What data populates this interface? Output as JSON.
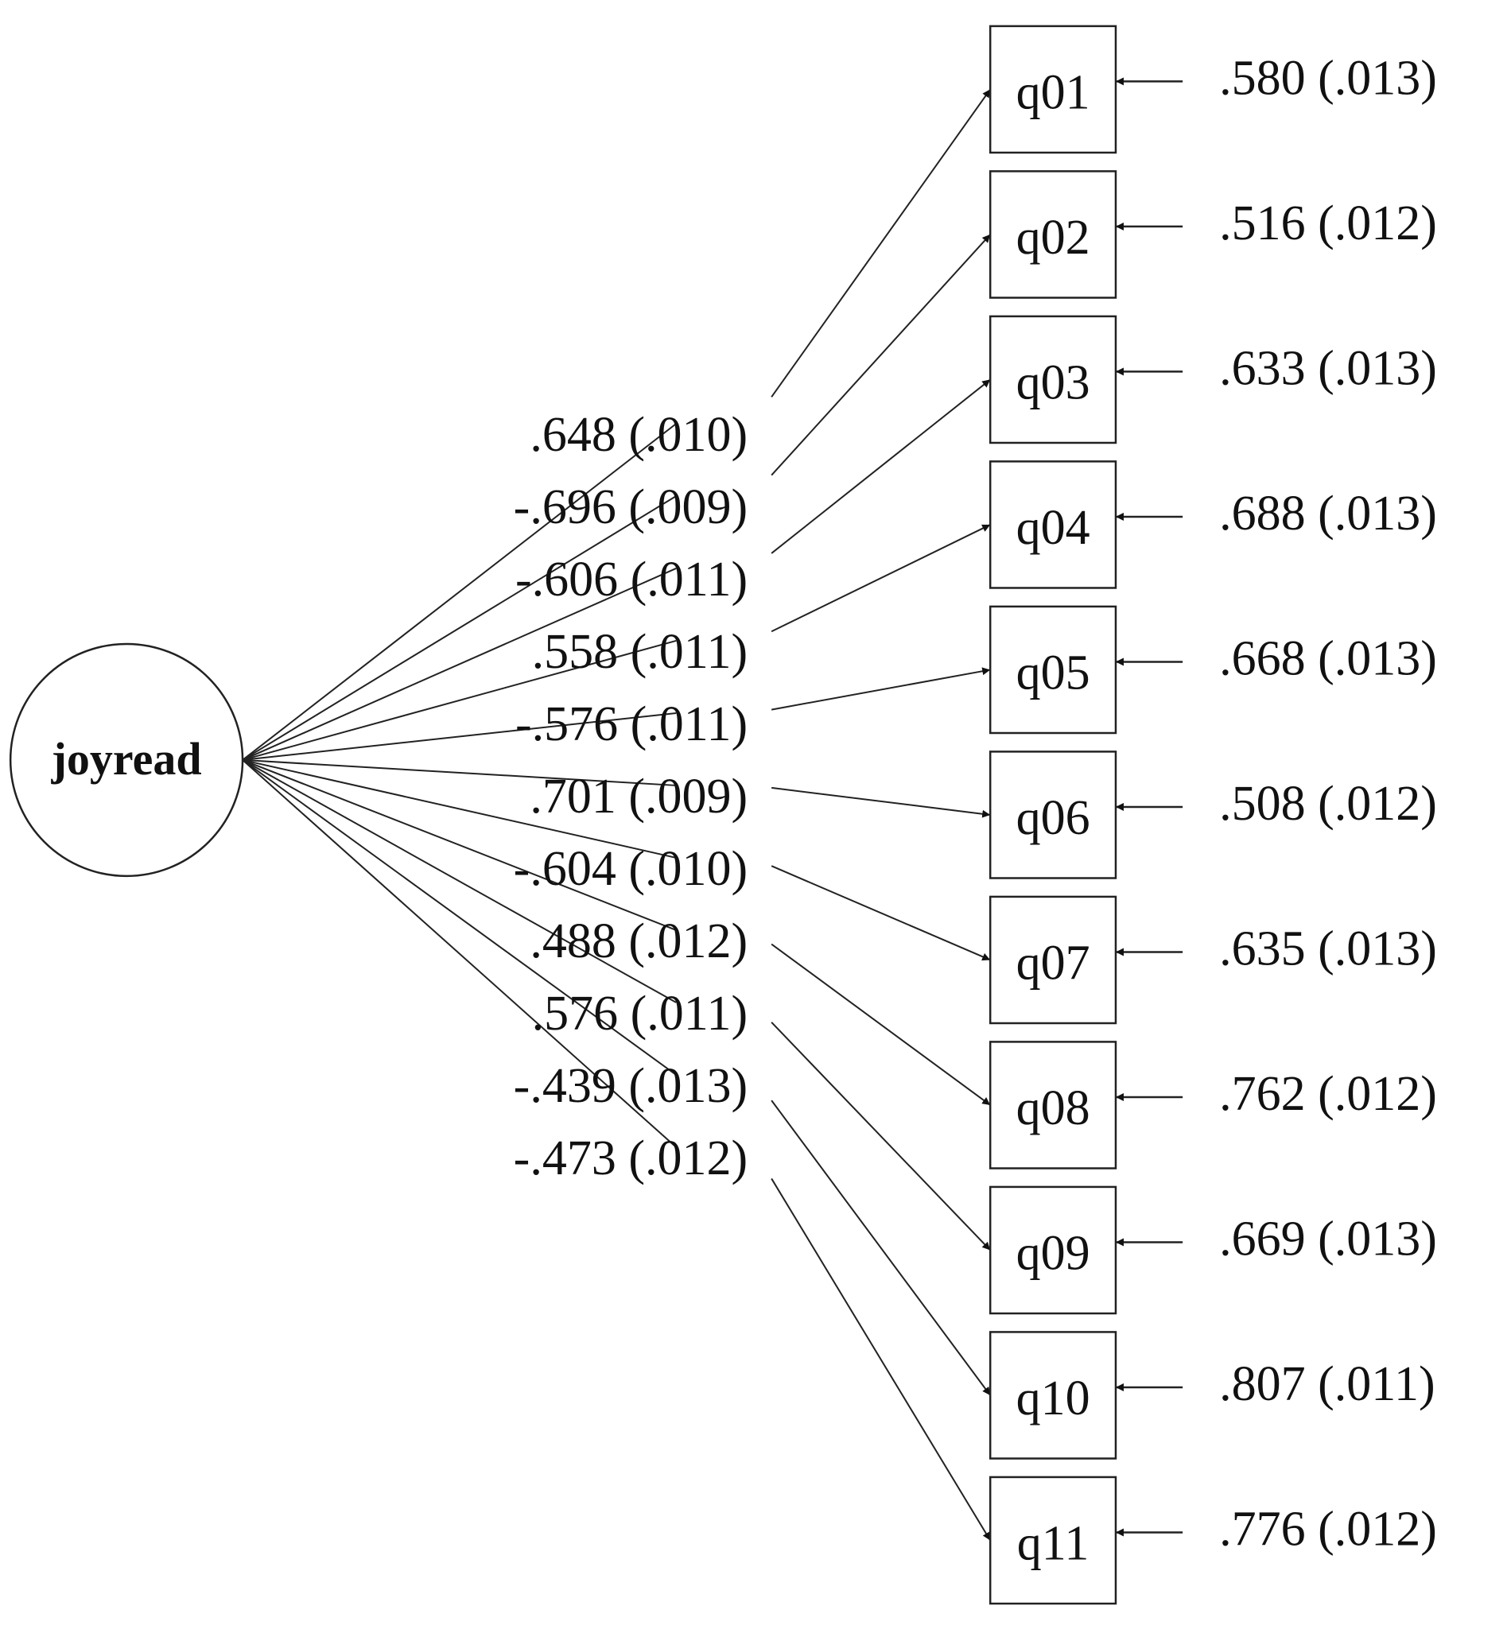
{
  "latent": {
    "label": "joyread"
  },
  "indicators": [
    {
      "label": "q01",
      "loading": ".648 (.010)",
      "residual": ".580 (.013)"
    },
    {
      "label": "q02",
      "loading": "-.696 (.009)",
      "residual": ".516 (.012)"
    },
    {
      "label": "q03",
      "loading": "-.606 (.011)",
      "residual": ".633 (.013)"
    },
    {
      "label": "q04",
      "loading": ".558 (.011)",
      "residual": ".688 (.013)"
    },
    {
      "label": "q05",
      "loading": "-.576 (.011)",
      "residual": ".668 (.013)"
    },
    {
      "label": "q06",
      "loading": ".701 (.009)",
      "residual": ".508 (.012)"
    },
    {
      "label": "q07",
      "loading": "-.604 (.010)",
      "residual": ".635 (.013)"
    },
    {
      "label": "q08",
      "loading": ".488 (.012)",
      "residual": ".762 (.012)"
    },
    {
      "label": "q09",
      "loading": ".576 (.011)",
      "residual": ".669 (.013)"
    },
    {
      "label": "q10",
      "loading": "-.439 (.013)",
      "residual": ".807 (.011)"
    },
    {
      "label": "q11",
      "loading": "-.473 (.012)",
      "residual": ".776 (.012)"
    }
  ]
}
